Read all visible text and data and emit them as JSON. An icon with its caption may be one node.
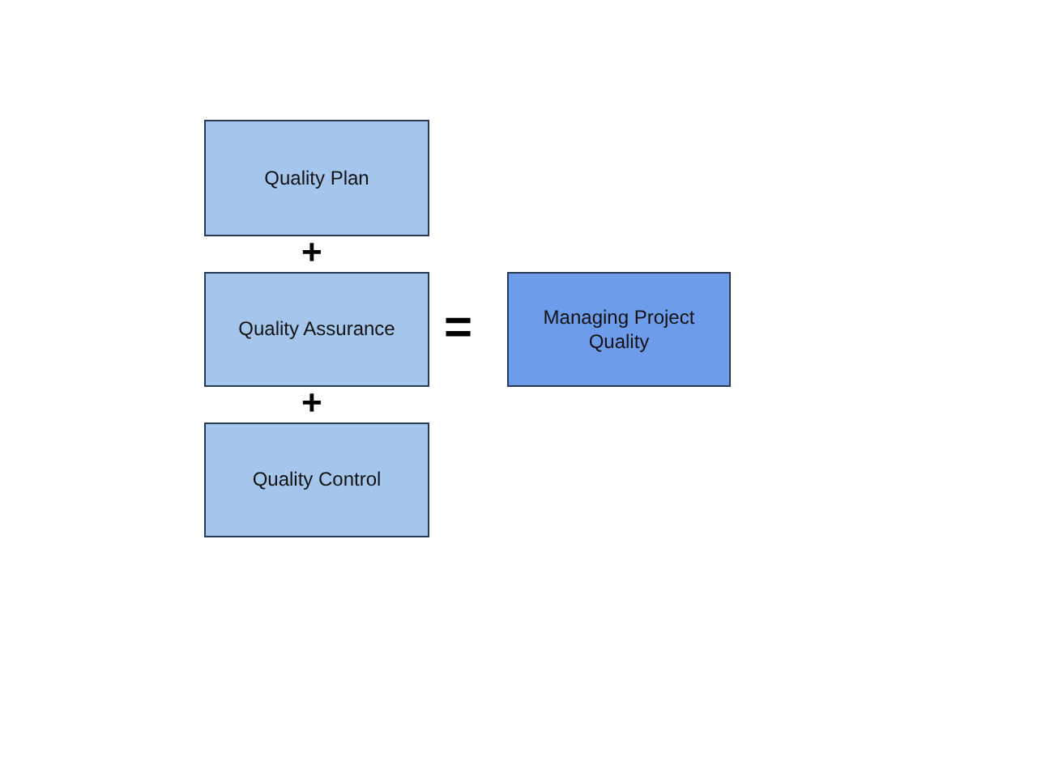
{
  "diagram": {
    "nodes": [
      {
        "text": [
          "Quality Plan"
        ]
      },
      {
        "text": [
          "Quality Assurance"
        ]
      },
      {
        "text": [
          "Quality Control"
        ]
      },
      {
        "text": [
          "Managing Project Quality"
        ]
      }
    ],
    "labels": [
      "+",
      "+",
      "="
    ]
  }
}
